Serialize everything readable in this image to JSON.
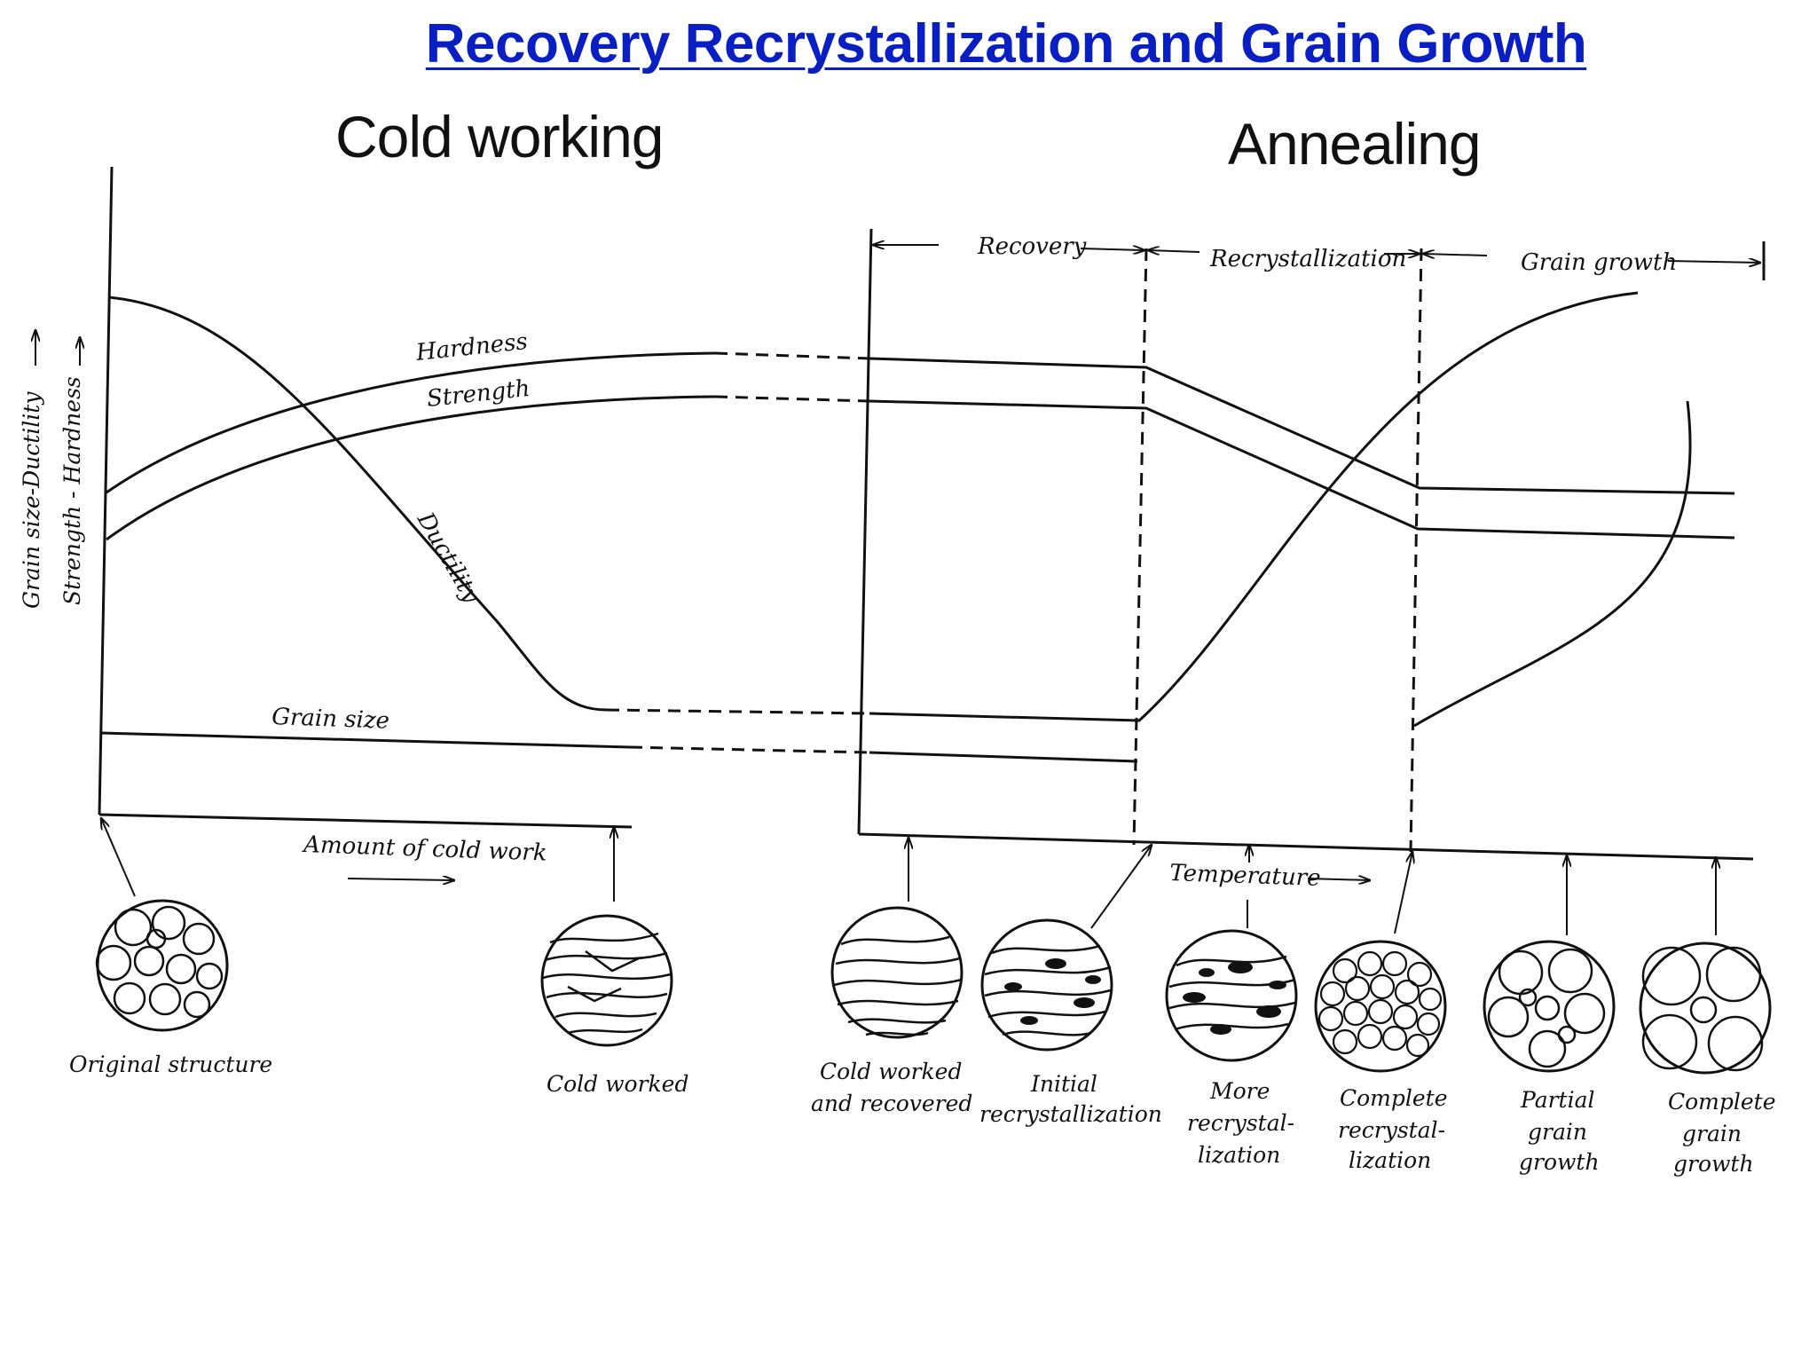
{
  "title": "Recovery Recrystallization and Grain Growth",
  "headings": {
    "cold": "Cold working",
    "anneal": "Annealing"
  },
  "axes": {
    "y_left_outer": "Grain size-Ductility",
    "y_left_inner": "Strength - Hardness",
    "x_cold": "Amount of cold work",
    "x_anneal": "Temperature"
  },
  "curves": {
    "hardness": "Hardness",
    "strength": "Strength",
    "ductility": "Ductility",
    "grain_size": "Grain size"
  },
  "stages": {
    "recovery": "Recovery",
    "recrystallization": "Recrystallization",
    "grain_growth": "Grain growth"
  },
  "captions": {
    "original": "Original structure",
    "cold_worked": "Cold worked",
    "recovered_1": "Cold worked",
    "recovered_2": "and recovered",
    "initial_1": "Initial",
    "initial_2": "recrystallization",
    "more_1": "More",
    "more_2": "recrystal-",
    "more_3": "lization",
    "complete_rx_1": "Complete",
    "complete_rx_2": "recrystal-",
    "complete_rx_3": "lization",
    "partial_gg_1": "Partial",
    "partial_gg_2": "grain",
    "partial_gg_3": "growth",
    "complete_gg_1": "Complete",
    "complete_gg_2": "grain",
    "complete_gg_3": "growth"
  },
  "colors": {
    "title": "#0a1fc2",
    "ink": "#111111"
  }
}
